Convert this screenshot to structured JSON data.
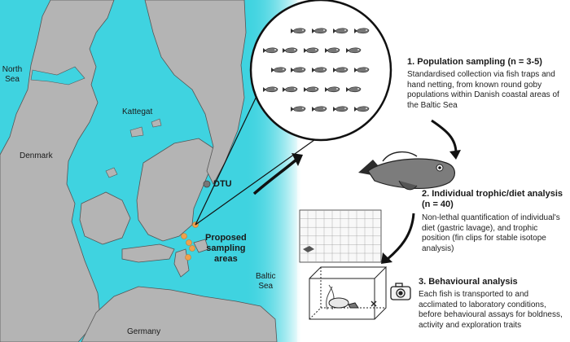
{
  "map": {
    "labels": {
      "north_sea": "North\nSea",
      "kattegat": "Kattegat",
      "denmark": "Denmark",
      "dtu": "DTU",
      "baltic_sea": "Baltic\nSea",
      "germany": "Germany"
    },
    "sampling_label": "Proposed\nsampling\nareas",
    "colors": {
      "sea": "#3fd3e0",
      "land": "#b4b4b4",
      "site": "#f0a04b"
    }
  },
  "steps": [
    {
      "title": "1. Population sampling (n = 3-5)",
      "body": "Standardised collection via fish traps and hand netting, from known round goby populations within Danish coastal areas of the Baltic Sea"
    },
    {
      "title": "2. Individual trophic/diet analysis (n = 40)",
      "body": "Non-lethal quantification of individual's diet (gastric lavage), and trophic position (fin clips for stable isotope analysis)"
    },
    {
      "title": "3. Behavioural analysis",
      "body": "Each fish is transported to and acclimated to laboratory conditions, before behavioural assays for boldness, activity and exploration traits"
    }
  ],
  "icons": [
    "fish-icon",
    "camera-icon",
    "x-marker-icon"
  ]
}
